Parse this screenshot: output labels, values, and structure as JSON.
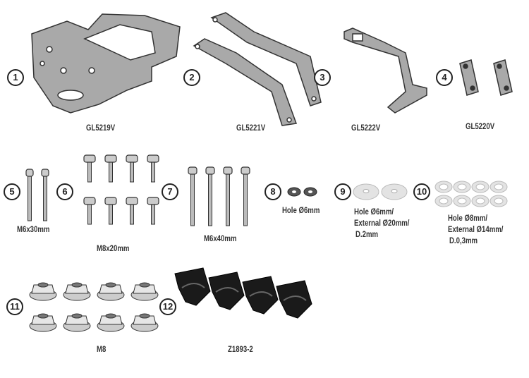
{
  "items": [
    {
      "num": "1",
      "label": "GL5219V"
    },
    {
      "num": "2",
      "label": "GL5221V"
    },
    {
      "num": "3",
      "label": "GL5222V"
    },
    {
      "num": "4",
      "label": "GL5220V"
    },
    {
      "num": "5",
      "label": "M6x30mm"
    },
    {
      "num": "6",
      "label": "M8x20mm"
    },
    {
      "num": "7",
      "label": "M6x40mm"
    },
    {
      "num": "8",
      "label": "Hole Ø6mm"
    },
    {
      "num": "9",
      "label": [
        "Hole Ø6mm/",
        "External Ø20mm/",
        "D.2mm"
      ]
    },
    {
      "num": "10",
      "label": [
        "Hole Ø8mm/",
        "External Ø14mm/",
        "D.0,3mm"
      ]
    },
    {
      "num": "11",
      "label": "M8"
    },
    {
      "num": "12",
      "label": "Z1893-2"
    }
  ],
  "colors": {
    "metal": "#a9a9a9",
    "outline": "#333333",
    "washer": "#e3e3e3",
    "block": "#1a1a1a"
  }
}
